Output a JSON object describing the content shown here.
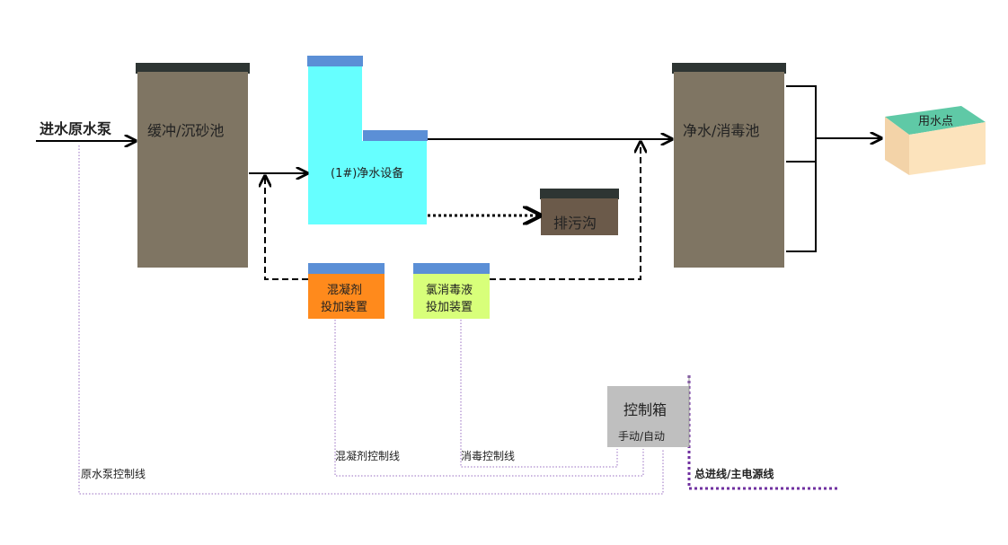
{
  "labels": {
    "inlet_pump": "进水原水泵",
    "buffer_tank": "缓冲/沉砂池",
    "purifier": "(1#)净水设备",
    "sewer": "排污沟",
    "clean_tank": "净水/消毒池",
    "use_point": "用水点",
    "coagulant_line1": "混凝剂",
    "coagulant_line2": "投加装置",
    "chlorine_line1": "氯消毒液",
    "chlorine_line2": "投加装置",
    "control_box": "控制箱",
    "control_mode": "手动/自动",
    "coagulant_control": "混凝剂控制线",
    "disinfect_control": "消毒控制线",
    "pump_control": "原水泵控制线",
    "main_power": "总进线/主电源线"
  },
  "colors": {
    "tank_body": "#7f7563",
    "tank_top": "#2e3533",
    "purifier_body": "#66ffff",
    "box_top": "#5b8fd6",
    "coagulant_box": "#ff8a1c",
    "chlorine_box": "#d8ff7a",
    "use_point_top": "#5fc9a6",
    "use_point_body": "#fce3bc",
    "control_box": "#bfbfbf",
    "control_line": "#9a6fc2",
    "power_line": "#7030a0"
  }
}
